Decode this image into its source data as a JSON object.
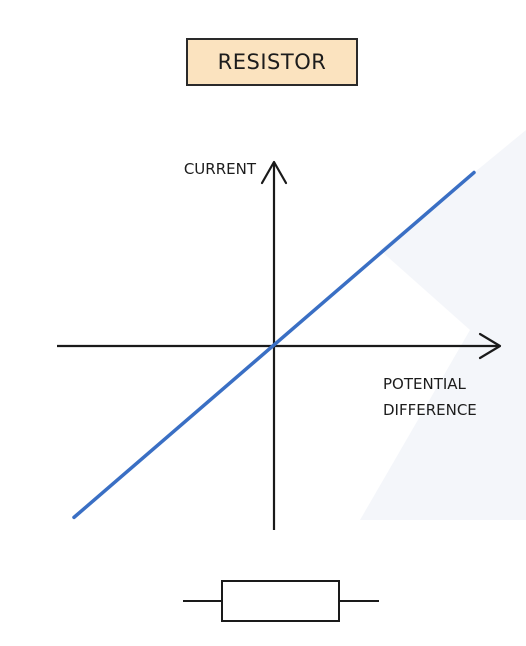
{
  "title": "RESISTOR",
  "colors": {
    "line": "#3a6fc4",
    "axis": "#1a1a1a",
    "title_fill": "#fbe3bf",
    "watermark": "#f3f5fa"
  },
  "chart_data": {
    "type": "line",
    "title": "RESISTOR",
    "ylabel": "CURRENT",
    "xlabel_lines": [
      "POTENTIAL",
      "DIFFERENCE"
    ],
    "xlim": [
      -1,
      1
    ],
    "ylim": [
      -1,
      1
    ],
    "grid": false,
    "series": [
      {
        "x": [
          -1,
          1
        ],
        "y": [
          -0.82,
          0.83
        ]
      }
    ]
  },
  "symbol": "resistor-symbol"
}
